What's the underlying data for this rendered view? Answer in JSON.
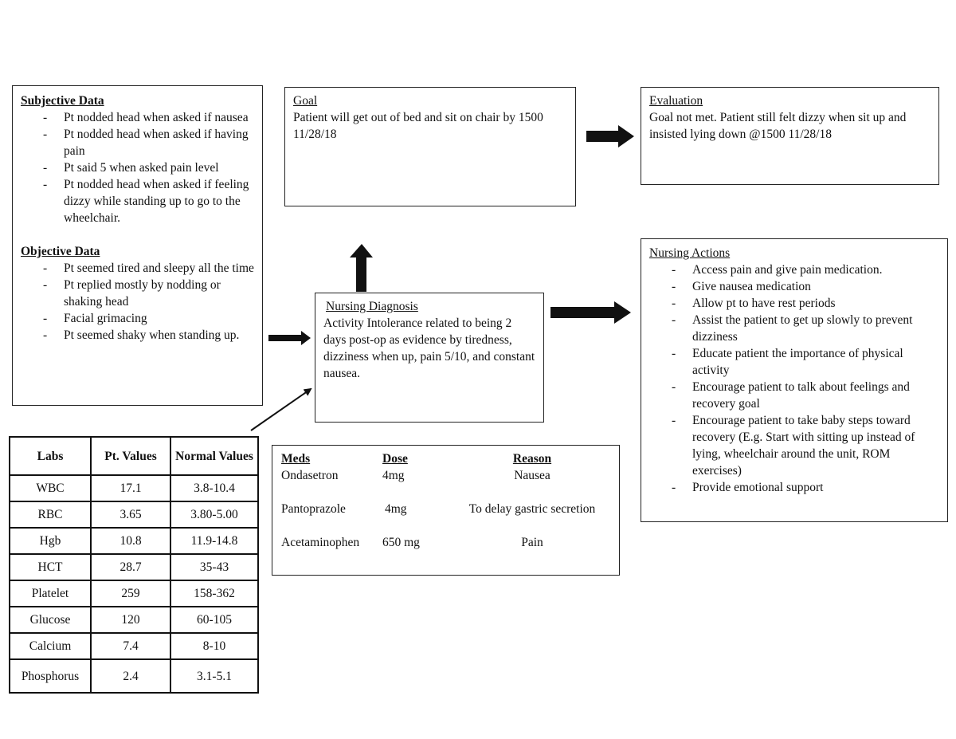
{
  "subjective": {
    "title": "Subjective Data",
    "items": [
      "Pt nodded head when asked if nausea",
      "Pt nodded head when asked if having pain",
      "Pt said 5 when asked pain level",
      "Pt nodded head when asked if feeling dizzy while standing up to go to the wheelchair."
    ]
  },
  "objective": {
    "title": "Objective Data",
    "items": [
      "Pt seemed tired and sleepy all the time",
      "Pt replied mostly by nodding or shaking head",
      "Facial grimacing",
      "Pt seemed shaky when standing up."
    ]
  },
  "goal": {
    "title": "Goal",
    "text": "Patient will get out of bed and sit on chair by 1500 11/28/18"
  },
  "evaluation": {
    "title": "Evaluation",
    "text": "Goal not met. Patient still felt dizzy when sit up and insisted lying down @1500 11/28/18"
  },
  "diagnosis": {
    "title": "Nursing Diagnosis",
    "text": "Activity Intolerance related to being 2 days post-op as evidence by tiredness, dizziness when up, pain 5/10, and constant nausea."
  },
  "nursing_actions": {
    "title": "Nursing Actions",
    "items": [
      "Access pain and give pain medication.",
      "Give nausea medication",
      "Allow pt to have rest periods",
      "Assist the patient to get up slowly to prevent dizziness",
      "Educate patient the importance of physical activity",
      "Encourage patient to talk about feelings and recovery goal",
      "Encourage patient to take baby steps toward recovery (E.g. Start with sitting up instead of lying, wheelchair around the unit, ROM exercises)",
      "Provide emotional support"
    ]
  },
  "meds": {
    "headers": [
      "Meds",
      "Dose",
      "Reason"
    ],
    "rows": [
      [
        "Ondasetron",
        "4mg",
        "Nausea"
      ],
      [
        "Pantoprazole",
        "4mg",
        "To delay gastric secretion"
      ],
      [
        "Acetaminophen",
        "650 mg",
        "Pain"
      ]
    ]
  },
  "labs": {
    "headers": [
      "Labs",
      "Pt. Values",
      "Normal Values"
    ],
    "rows": [
      [
        "WBC",
        "17.1",
        "3.8-10.4"
      ],
      [
        "RBC",
        "3.65",
        "3.80-5.00"
      ],
      [
        "Hgb",
        "10.8",
        "11.9-14.8"
      ],
      [
        "HCT",
        "28.7",
        "35-43"
      ],
      [
        "Platelet",
        "259",
        "158-362"
      ],
      [
        "Glucose",
        "120",
        "60-105"
      ],
      [
        "Calcium",
        "7.4",
        "8-10"
      ],
      [
        "Phosphorus",
        "2.4",
        "3.1-5.1"
      ]
    ]
  }
}
